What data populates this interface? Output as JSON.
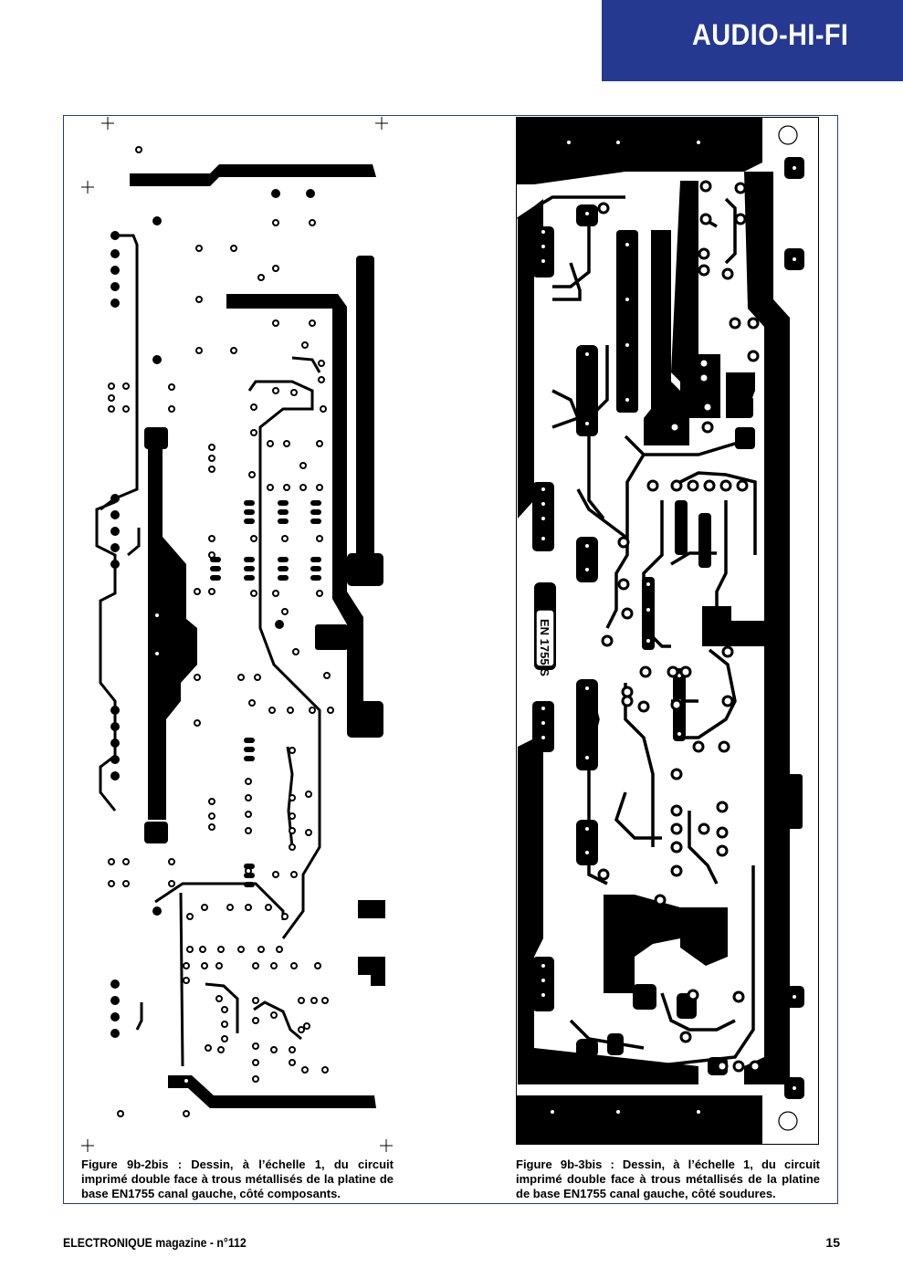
{
  "header": {
    "section": "AUDIO-HI-FI"
  },
  "figures": [
    {
      "caption": "Figure 9b-2bis : Dessin, à l’échelle 1, du circuit imprimé double face à trous métallisés de la platine de base EN1755 canal gauche, côté  composants."
    },
    {
      "caption": "Figure 9b-3bis : Dessin, à l’échelle 1, du circuit imprimé double face à trous métallisés de la platine de base EN1755 canal gauche, côté soudures.",
      "board_label": "EN 1755 S"
    }
  ],
  "footer": {
    "magazine": "ELECTRONIQUE magazine - n°112",
    "page": "15"
  },
  "colors": {
    "accent": "#24398f",
    "copper": "#111111"
  }
}
